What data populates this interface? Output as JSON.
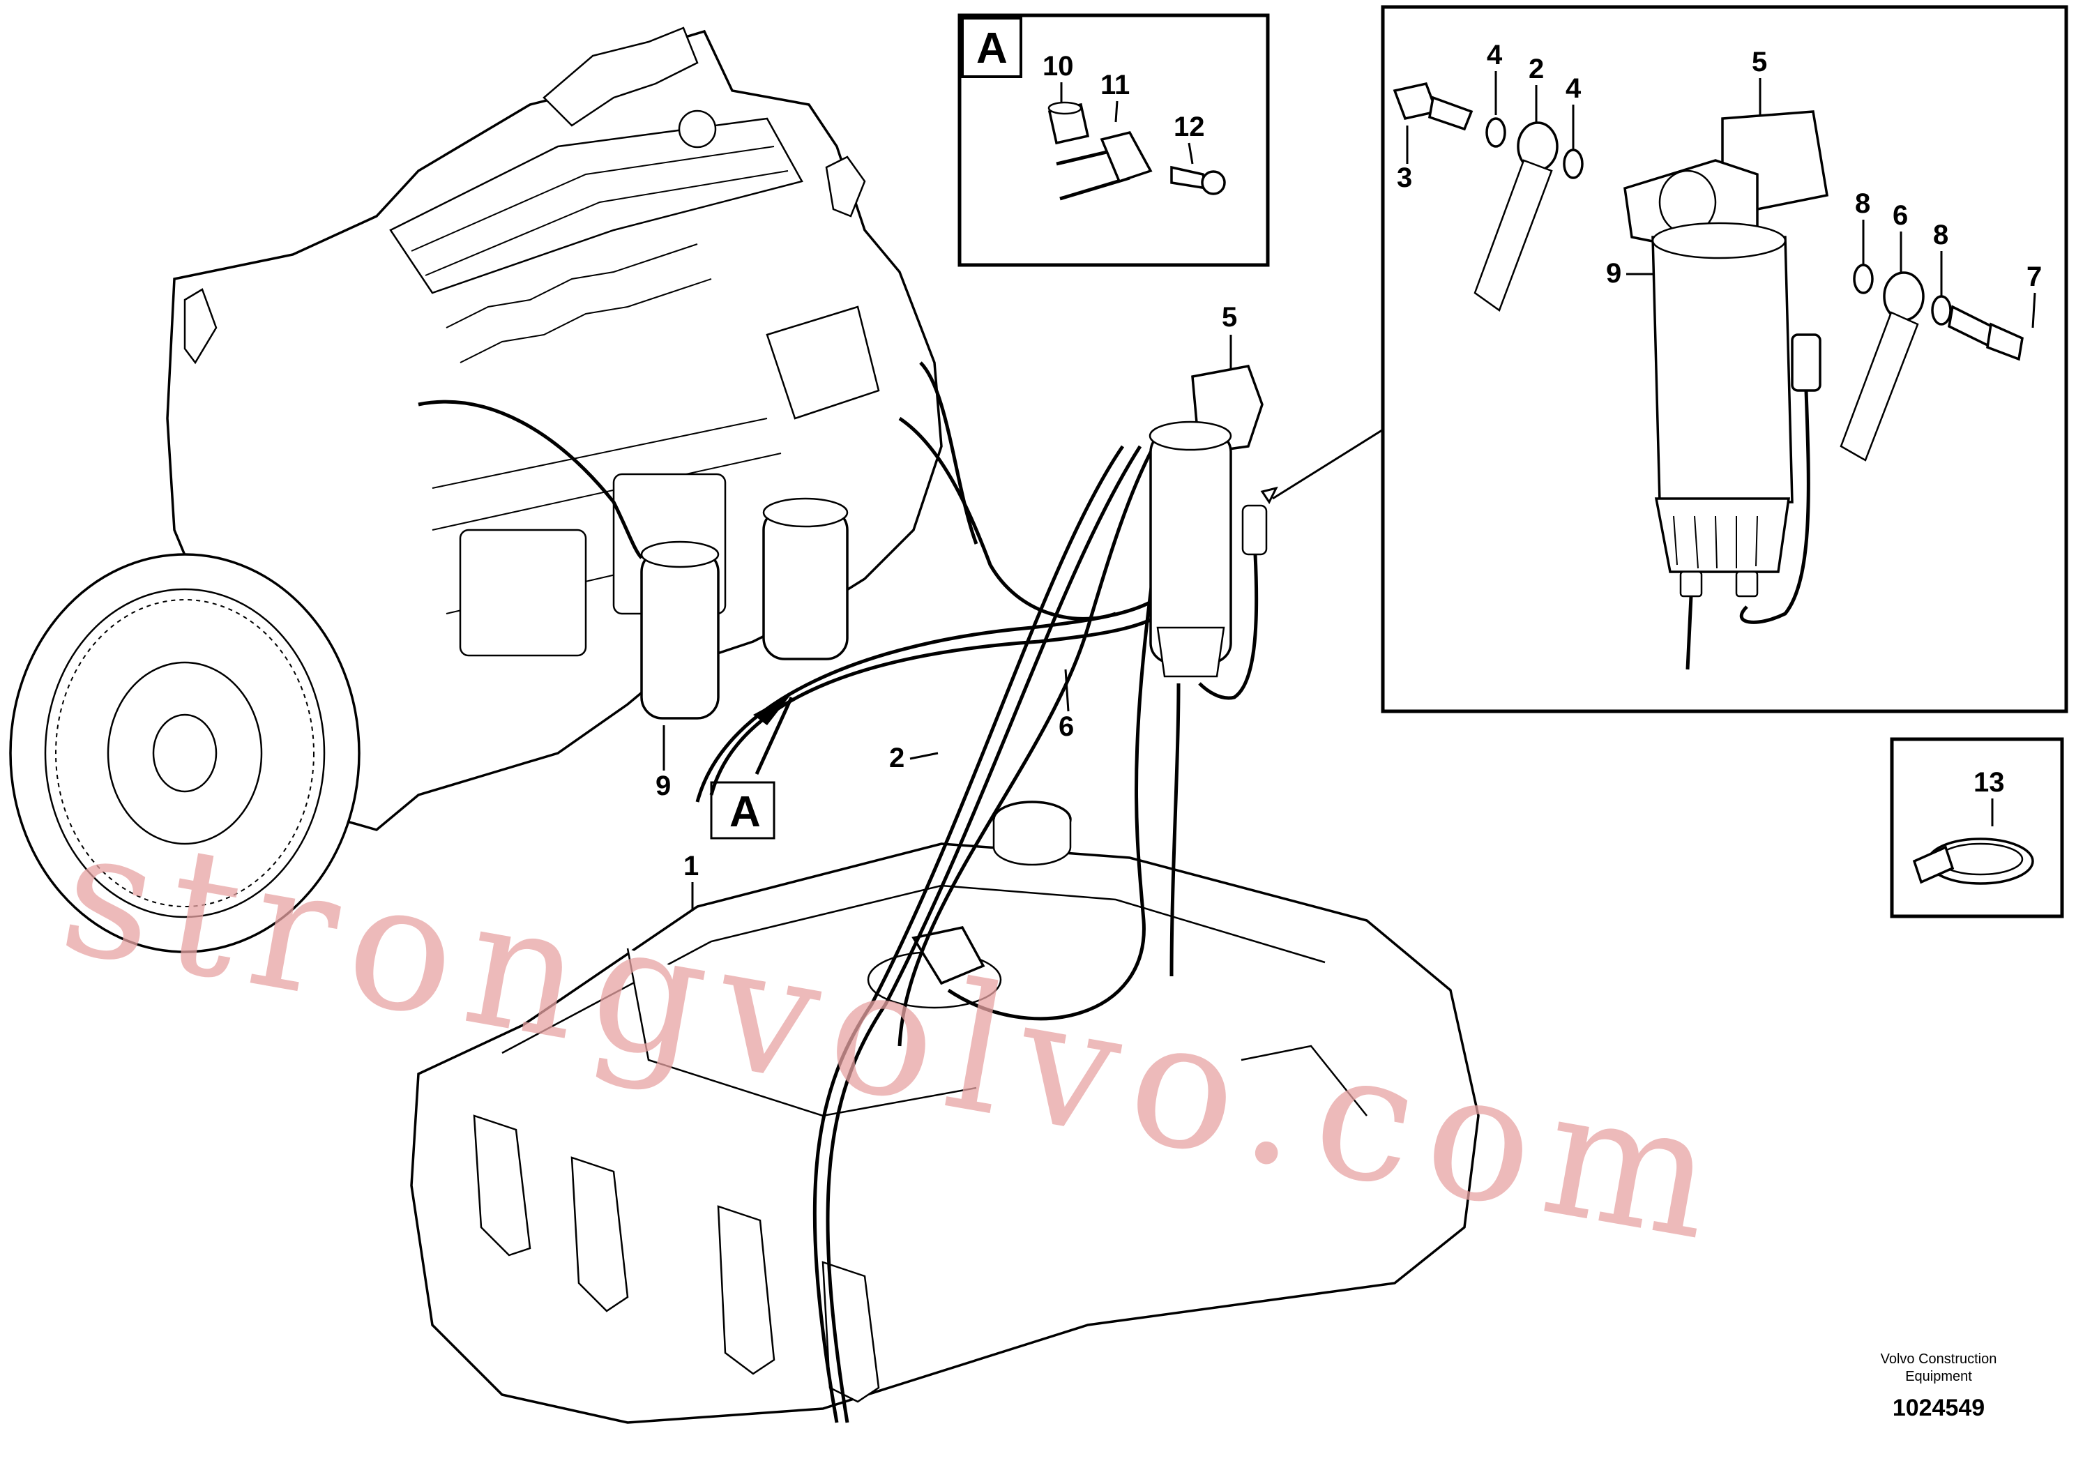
{
  "detail_box_a": {
    "letter": "A",
    "callouts": [
      "10",
      "11",
      "12"
    ]
  },
  "detail_box_filter": {
    "callouts": [
      "4",
      "2",
      "4",
      "5",
      "3",
      "8",
      "6",
      "8",
      "7",
      "9"
    ]
  },
  "detail_box_13": {
    "callout": "13"
  },
  "main_callouts": {
    "c5": "5",
    "c6": "6",
    "c2": "2",
    "c9": "9",
    "c1": "1",
    "marker_letter": "A"
  },
  "watermark": "strongvolvo.com",
  "footer": {
    "company_line1": "Volvo Construction",
    "company_line2": "Equipment",
    "doc_number": "1024549"
  }
}
